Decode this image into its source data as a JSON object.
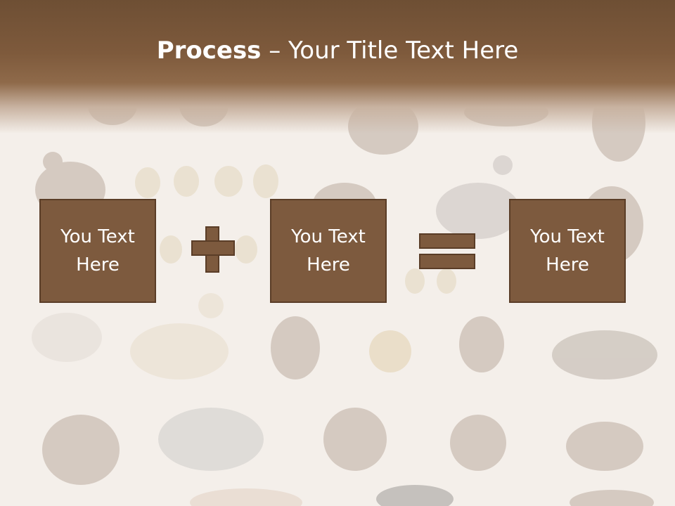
{
  "slide": {
    "title_bold": "Process",
    "title_rest": " – Your Title Text Here",
    "boxes": [
      {
        "line1": "You Text",
        "line2": "Here"
      },
      {
        "line1": "You Text",
        "line2": "Here"
      },
      {
        "line1": "You Text",
        "line2": "Here"
      }
    ]
  },
  "colors": {
    "header_brown": "#7e5a3c",
    "box_fill": "#7d5a3e",
    "box_border": "#5a3d27",
    "text": "#ffffff",
    "background": "#f4efea"
  },
  "icons": [
    "plus-icon",
    "equals-icon"
  ]
}
